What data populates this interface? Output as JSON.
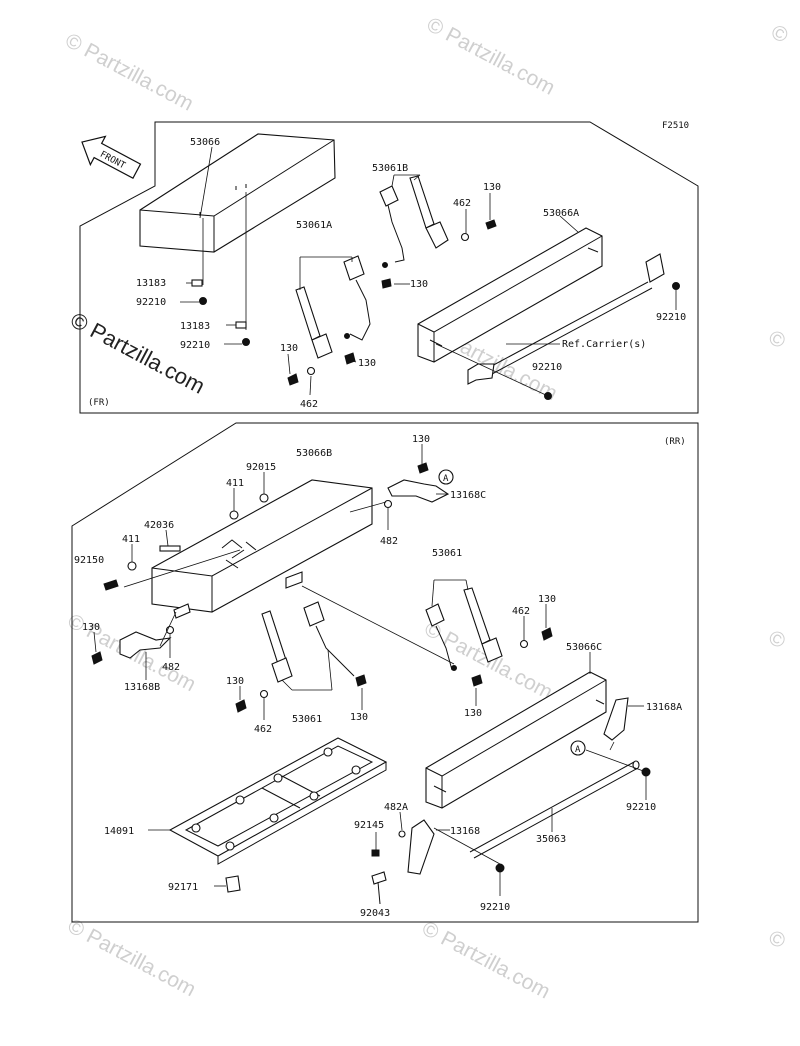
{
  "figure_code": "F2510",
  "front_arrow_label": "FRONT",
  "sections": {
    "fr": "(FR)",
    "rr": "(RR)"
  },
  "watermark": {
    "site": "Partzilla.com",
    "symbol": "©"
  },
  "ref_note": "Ref.Carrier(s)",
  "fr_labels": {
    "p53066": "53066",
    "p53061b": "53061B",
    "p462_top": "462",
    "p130_top": "130",
    "p53061a": "53061A",
    "p53066a": "53066A",
    "p130_mid": "130",
    "p13183_a": "13183",
    "p92210_a": "92210",
    "p13183_b": "13183",
    "p92210_b": "92210",
    "p92210_c": "92210",
    "p130_c": "130",
    "p130_d": "130",
    "p462_d": "462",
    "p92210_d": "92210"
  },
  "rr_labels": {
    "p130_top": "130",
    "p53066b": "53066B",
    "p92015": "92015",
    "p411_a": "411",
    "p13168c": "13168C",
    "p42036": "42036",
    "p411_b": "411",
    "p482_a": "482",
    "p92150": "92150",
    "p53061_a": "53061",
    "p130_b": "130",
    "p462_b": "462",
    "p130_c": "130",
    "p482_c": "482",
    "p53066c": "53066C",
    "p13168b": "13168B",
    "p130_d": "130",
    "p462_d": "462",
    "p53061_b": "53061",
    "p130_e": "130",
    "p130_f": "130",
    "p13168a": "13168A",
    "callout_a1": "A",
    "callout_a2": "A",
    "p14091": "14091",
    "p482a": "482A",
    "p92145": "92145",
    "p13168": "13168",
    "p35063": "35063",
    "p92210_a": "92210",
    "p92171": "92171",
    "p92043": "92043",
    "p92210_b": "92210"
  }
}
